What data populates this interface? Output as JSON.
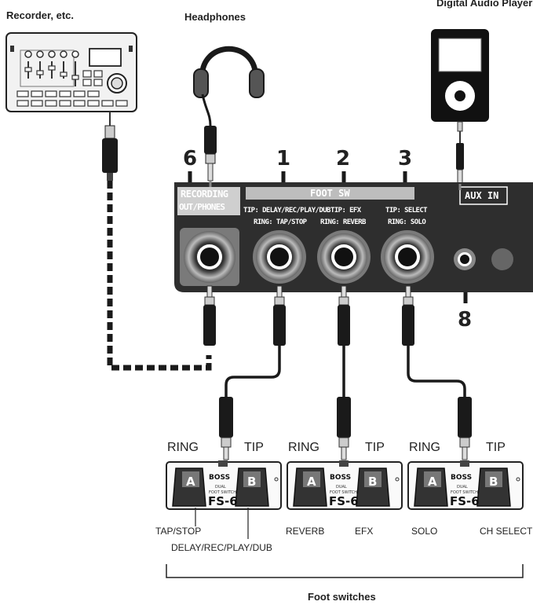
{
  "devices": {
    "recorder": "Recorder, etc.",
    "headphones": "Headphones",
    "audio_player": "Digital Audio Player"
  },
  "numbers": {
    "n6": "6",
    "n1": "1",
    "n2": "2",
    "n3": "3",
    "n8": "8"
  },
  "panel": {
    "recording_out_line1": "RECORDING",
    "recording_out_line2": "OUT/PHONES",
    "foot_sw": "FOOT SW",
    "aux_in": "AUX IN",
    "jack1_tip": "TIP: DELAY/REC/PLAY/DUB",
    "jack1_ring": "RING: TAP/STOP",
    "jack2_tip": "TIP: EFX",
    "jack2_ring": "RING: REVERB",
    "jack3_tip": "TIP: SELECT",
    "jack3_ring": "RING: SOLO"
  },
  "footswitches": {
    "ring_label": "RING",
    "tip_label": "TIP",
    "model": "FS-6",
    "brand": "BOSS",
    "pedal_a": "A",
    "pedal_b": "B",
    "sub1": "DUAL",
    "sub2": "FOOT SWITCH"
  },
  "assignments": {
    "tap_stop": "TAP/STOP",
    "delay_rec": "DELAY/REC/PLAY/DUB",
    "reverb": "REVERB",
    "efx": "EFX",
    "solo": "SOLO",
    "ch_select": "CH SELECT"
  },
  "caption": "Foot switches"
}
